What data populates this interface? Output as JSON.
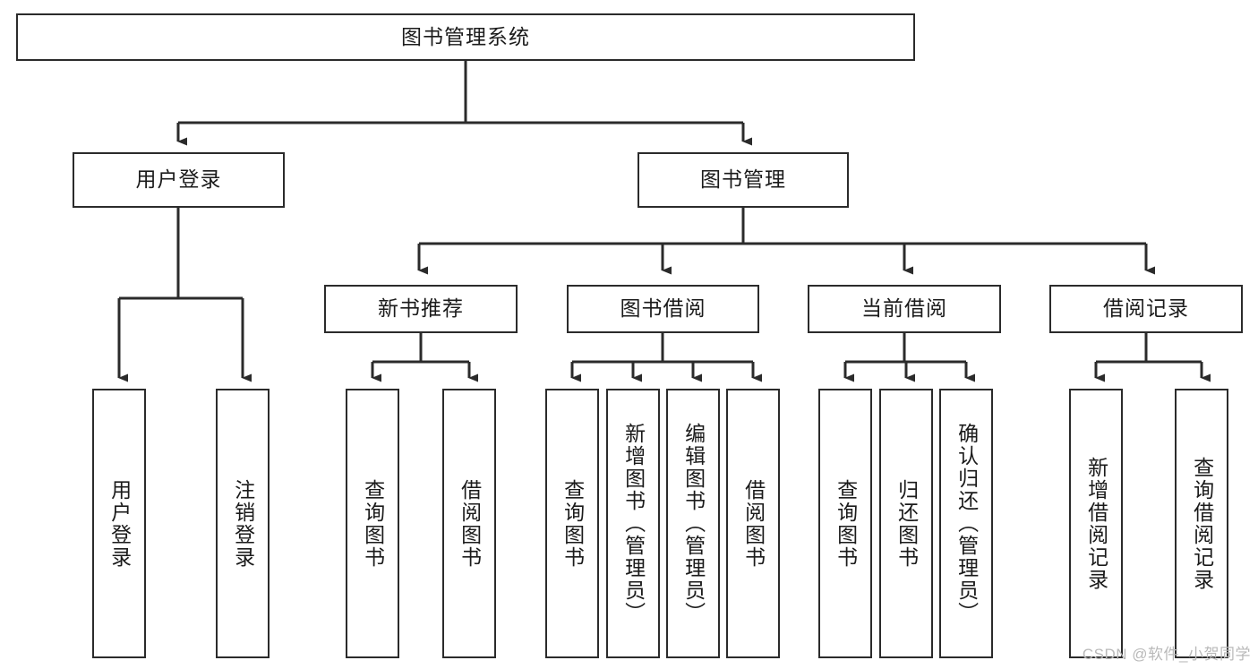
{
  "diagram": {
    "title": "图书管理系统",
    "type": "tree",
    "colors": {
      "stroke": "#2b2b2b",
      "fill": "#ffffff",
      "text": "#1b1b1b",
      "watermark": "#b9b9b9"
    },
    "root": {
      "label": "图书管理系统"
    },
    "level2": [
      {
        "label": "用户登录"
      },
      {
        "label": "图书管理"
      }
    ],
    "level3": [
      {
        "label": "新书推荐"
      },
      {
        "label": "图书借阅"
      },
      {
        "label": "当前借阅"
      },
      {
        "label": "借阅记录"
      }
    ],
    "leaves": {
      "user_login": [
        {
          "label": "用户登录"
        },
        {
          "label": "注销登录"
        }
      ],
      "new_book": [
        {
          "label": "查询图书"
        },
        {
          "label": "借阅图书"
        }
      ],
      "book_borrow": [
        {
          "label": "查询图书"
        },
        {
          "label": "新增图书（管理员）"
        },
        {
          "label": "编辑图书（管理员）"
        },
        {
          "label": "借阅图书"
        }
      ],
      "current_borrow": [
        {
          "label": "查询图书"
        },
        {
          "label": "归还图书"
        },
        {
          "label": "确认归还（管理员）"
        }
      ],
      "borrow_record": [
        {
          "label": "新增借阅记录"
        },
        {
          "label": "查询借阅记录"
        }
      ]
    }
  },
  "watermark": {
    "text": "CSDN @软件_小贺同学"
  }
}
